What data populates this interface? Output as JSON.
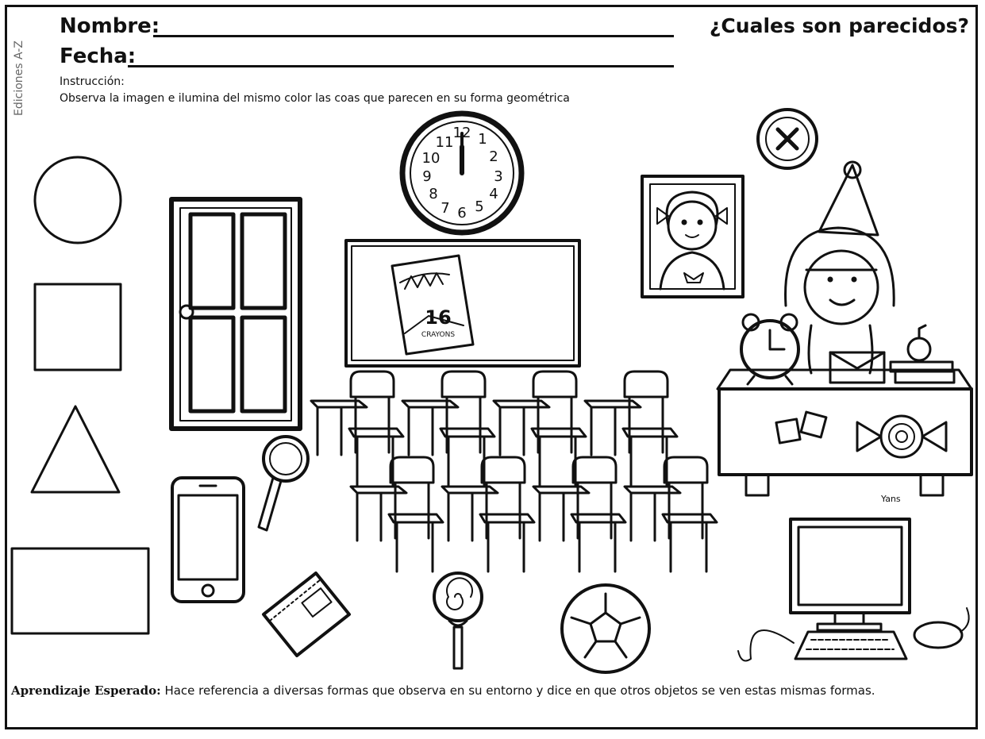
{
  "header": {
    "name_label": "Nombre:",
    "date_label": "Fecha:",
    "title": "¿Cuales son parecidos?",
    "vertical_credit": "Ediciones A-Z"
  },
  "instruction": {
    "label": "Instrucción:",
    "text": "Observa la imagen e ilumina  del mismo  color  las coas que parecen en su forma geométrica"
  },
  "clock": {
    "numbers": [
      "12",
      "1",
      "2",
      "3",
      "4",
      "5",
      "6",
      "7",
      "8",
      "9",
      "10",
      "11"
    ]
  },
  "crayon_box": {
    "number": "16",
    "brand": "CRAYONS"
  },
  "signature": "Yans",
  "footer": {
    "label": "Aprendizaje Esperado:",
    "text": " Hace referencia a diversas formas que observa en su entorno y dice en que otros objetos  se ven estas mismas formas."
  }
}
